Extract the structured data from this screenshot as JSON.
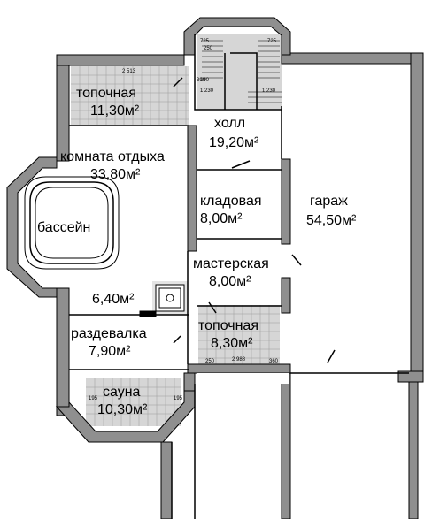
{
  "colors": {
    "wall": "#000000",
    "wall_fill": "#8f8f8f",
    "tile": "#d6d6d6",
    "background": "#ffffff"
  },
  "rooms": [
    {
      "key": "boiler1",
      "name": "топочная",
      "area": "11,30м²"
    },
    {
      "key": "hall",
      "name": "холл",
      "area": "19,20м²"
    },
    {
      "key": "lounge",
      "name": "комната отдыха",
      "area": "33,80м²"
    },
    {
      "key": "pool",
      "name": "бассейн",
      "area": ""
    },
    {
      "key": "pantry",
      "name": "кладовая",
      "area": "8,00м²"
    },
    {
      "key": "garage",
      "name": "гараж",
      "area": "54,50м²"
    },
    {
      "key": "workshop",
      "name": "мастерская",
      "area": "8,00м²"
    },
    {
      "key": "shower",
      "name": "",
      "area": "6,40м²"
    },
    {
      "key": "changing",
      "name": "раздевалка",
      "area": "7,90м²"
    },
    {
      "key": "boiler2",
      "name": "топочная",
      "area": "8,30м²"
    },
    {
      "key": "sauna",
      "name": "сауна",
      "area": "10,30м²"
    }
  ],
  "dimension_marks": [
    "725",
    "725",
    "250",
    "190",
    "1 230",
    "1 230",
    "390",
    "2 513",
    "2 988",
    "360",
    "250",
    "195",
    "195"
  ]
}
